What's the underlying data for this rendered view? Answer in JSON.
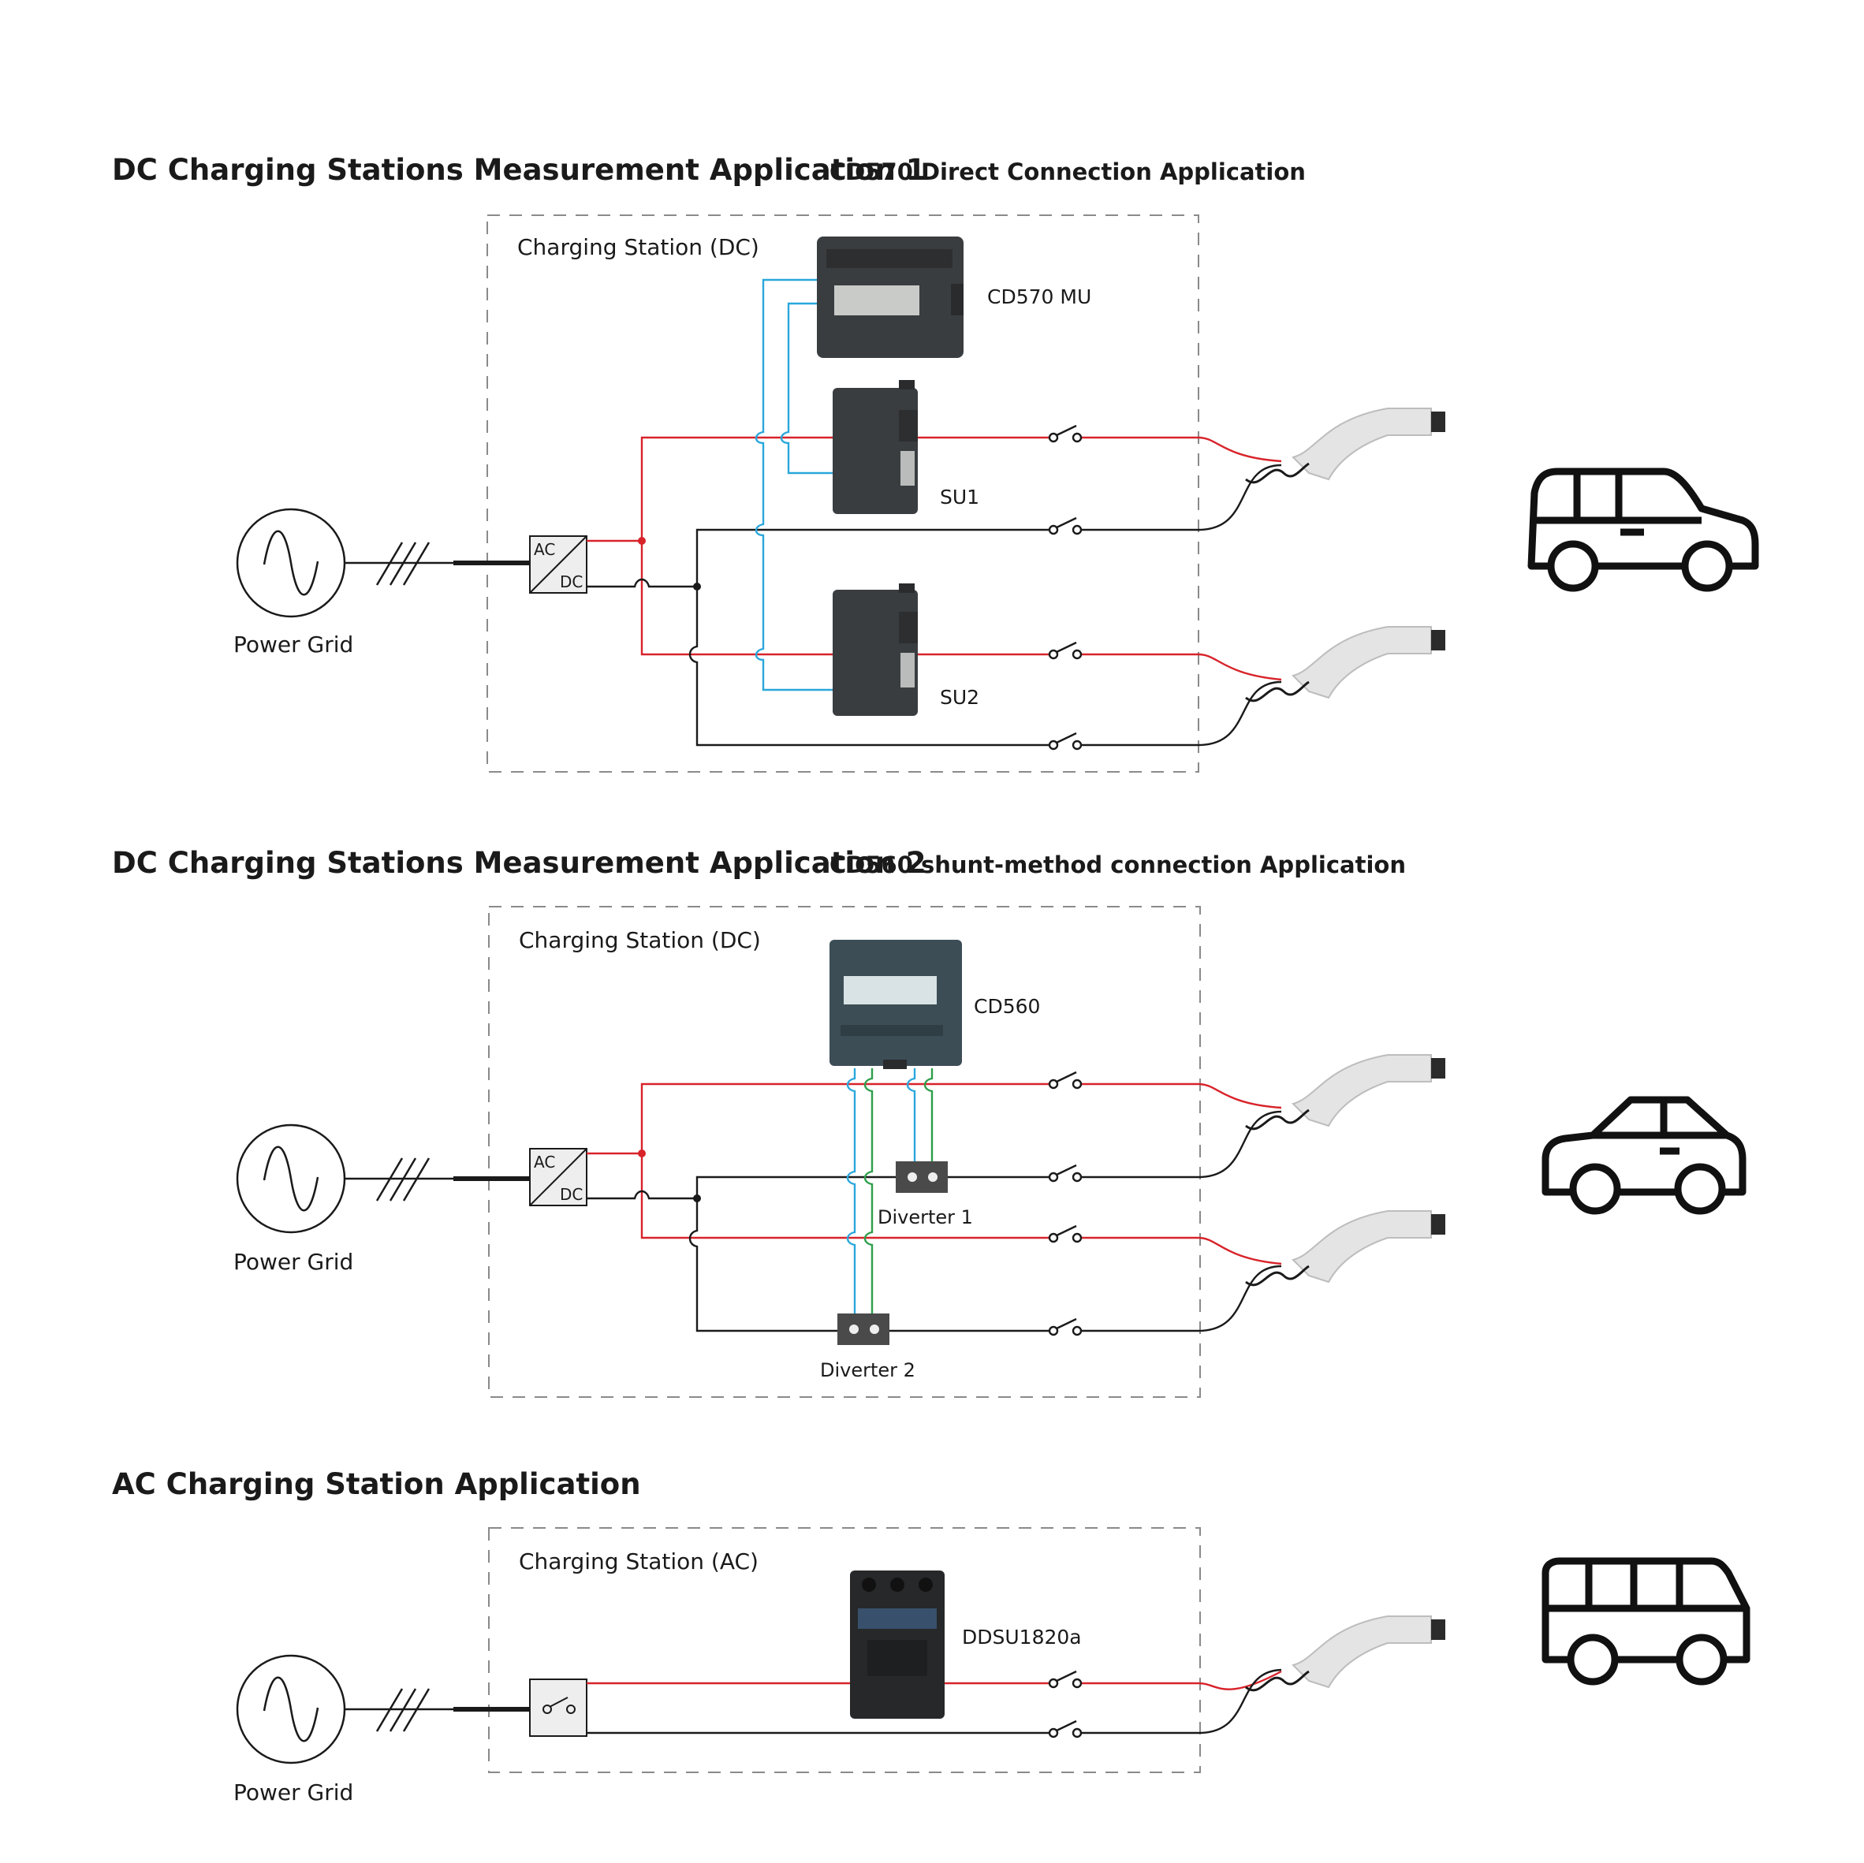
{
  "section1": {
    "title": "DC Charging Stations Measurement Application 1",
    "subtitle": "CD570 Direct Connection Application",
    "station_label": "Charging Station (DC)",
    "meter_label": "CD570 MU",
    "su1_label": "SU1",
    "su2_label": "SU2",
    "grid_label": "Power Grid",
    "conv_ac": "AC",
    "conv_dc": "DC"
  },
  "section2": {
    "title": "DC Charging Stations Measurement Application 2",
    "subtitle": "CD560 shunt-method connection Application",
    "station_label": "Charging Station (DC)",
    "meter_label": "CD560",
    "diverter1_label": "Diverter 1",
    "diverter2_label": "Diverter 2",
    "grid_label": "Power Grid",
    "conv_ac": "AC",
    "conv_dc": "DC"
  },
  "section3": {
    "title": "AC Charging Station Application",
    "station_label": "Charging Station (AC)",
    "meter_label": "DDSU1820a",
    "grid_label": "Power Grid"
  },
  "icons": [
    "ac-source-icon",
    "suv-car-icon",
    "sedan-car-icon",
    "van-icon",
    "charging-plug-icon",
    "switch-icon"
  ],
  "colors": {
    "positive": "#d8232a",
    "negative": "#1a1a1a",
    "signal_blue": "#2aa7dc",
    "signal_green": "#2e9e4b",
    "device": "#3a3d40"
  }
}
